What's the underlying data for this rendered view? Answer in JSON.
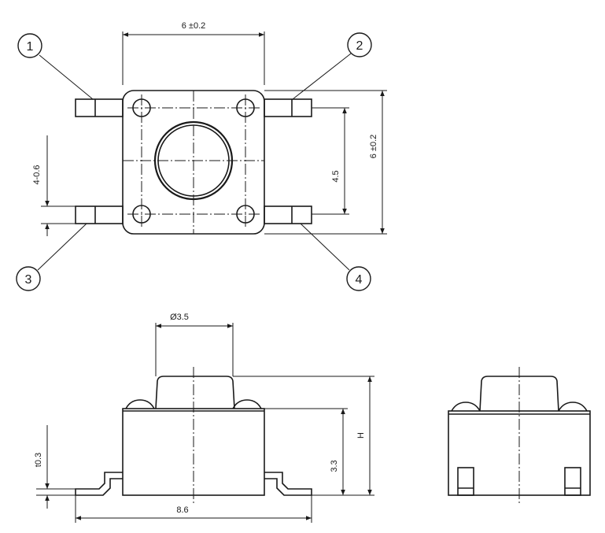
{
  "top_view": {
    "dim_width": "6 ±0.2",
    "dim_height": "6 ±0.2",
    "dim_pitch": "4.5",
    "dim_lead": "4-0.6"
  },
  "pins": [
    "1",
    "2",
    "3",
    "4"
  ],
  "front_view": {
    "dim_button": "Ø3.5",
    "dim_length": "8.6",
    "dim_body_height": "3.3",
    "dim_total_height": "H",
    "dim_thickness": "t0.3"
  }
}
